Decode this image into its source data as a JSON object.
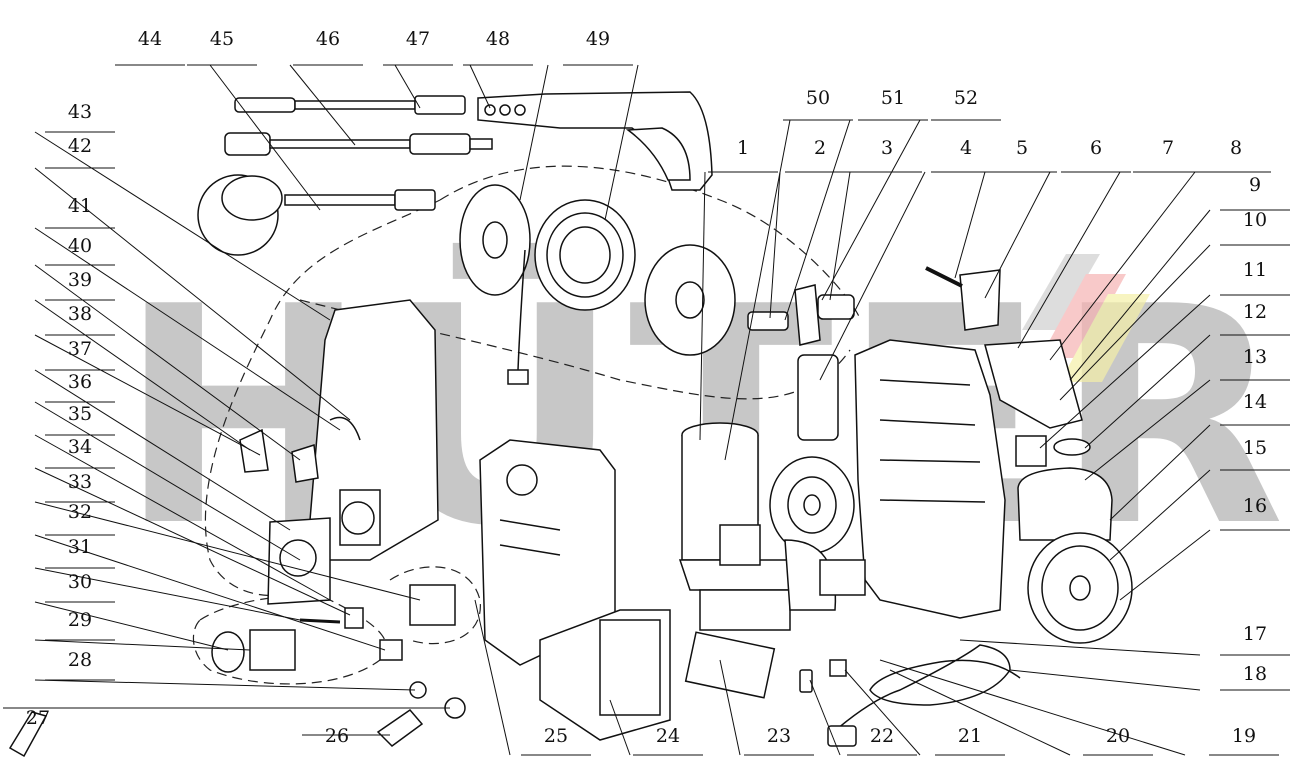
{
  "diagram": {
    "watermark": "HÜTER",
    "labels": [
      "1",
      "2",
      "3",
      "4",
      "5",
      "6",
      "7",
      "8",
      "9",
      "10",
      "11",
      "12",
      "13",
      "14",
      "15",
      "16",
      "17",
      "18",
      "19",
      "20",
      "21",
      "22",
      "23",
      "24",
      "25",
      "26",
      "27",
      "28",
      "29",
      "30",
      "31",
      "32",
      "33",
      "34",
      "35",
      "36",
      "37",
      "38",
      "39",
      "40",
      "41",
      "42",
      "43",
      "44",
      "45",
      "46",
      "47",
      "48",
      "49",
      "50",
      "51",
      "52"
    ]
  }
}
